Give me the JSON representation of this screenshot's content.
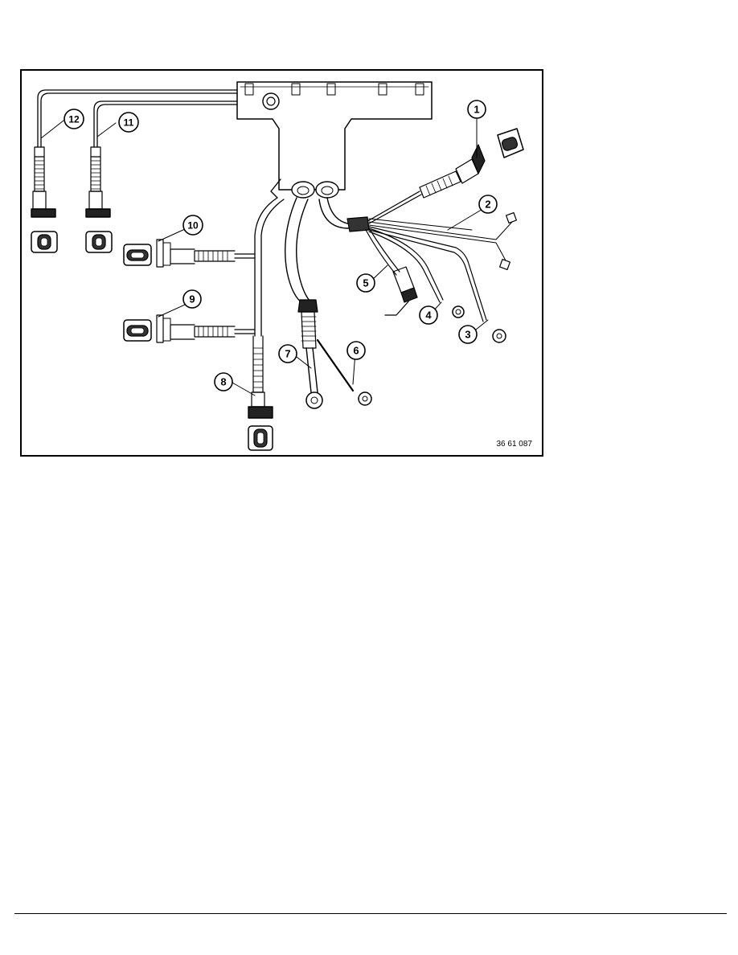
{
  "figure": {
    "reference_code": "36 61 087",
    "callouts": [
      "1",
      "2",
      "3",
      "4",
      "5",
      "6",
      "7",
      "8",
      "9",
      "10",
      "11",
      "12"
    ]
  }
}
